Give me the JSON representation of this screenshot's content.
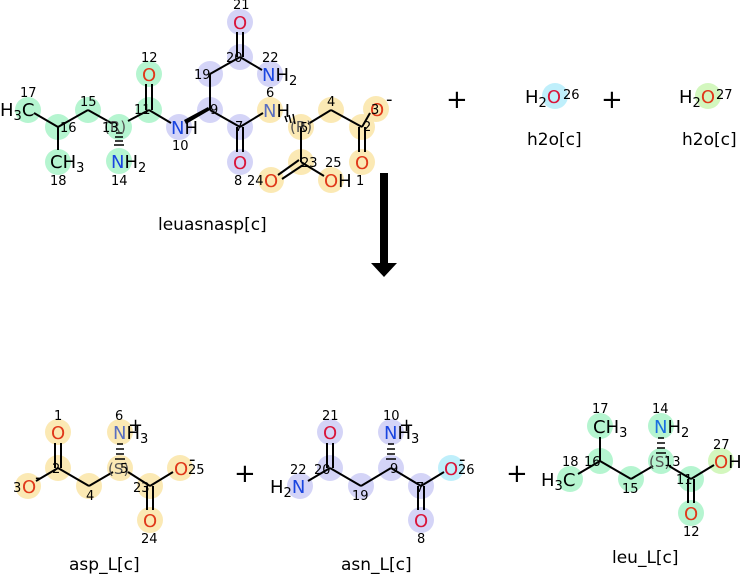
{
  "colors": {
    "leu_highlight": "#b5f5d0",
    "asn_highlight": "#d4d4f7",
    "asp_highlight": "#fbe9b4",
    "water26_highlight": "#bfeffb",
    "water27_highlight": "#d3f7be",
    "oxygen": "#e0381a",
    "oxygen_dark": "#d9153a",
    "nitrogen": "#1a45e0",
    "carbon": "#000000"
  },
  "reaction": {
    "direction_icon": "down-arrow-icon",
    "plus_sign": "+"
  },
  "reactants": [
    {
      "name": "leuasnasp[c]"
    },
    {
      "name": "h2o[c]",
      "formula_h": "H",
      "formula_sub": "2",
      "formula_o": "O",
      "atom_index": "26"
    },
    {
      "name": "h2o[c]",
      "formula_h": "H",
      "formula_sub": "2",
      "formula_o": "O",
      "atom_index": "27"
    }
  ],
  "products": [
    {
      "name": "asp_L[c]"
    },
    {
      "name": "asn_L[c]"
    },
    {
      "name": "leu_L[c]"
    }
  ],
  "leuasnasp": {
    "atoms": {
      "a17": "17",
      "a16": "16",
      "a18": "18",
      "a15": "15",
      "a13": "13",
      "a14": "14",
      "a11": "11",
      "a12": "12",
      "a10": "10",
      "a9": "9",
      "a19": "19",
      "a20": "20",
      "a21": "21",
      "a22": "22",
      "a7": "7",
      "a8": "8",
      "a6": "6",
      "a5": "5",
      "a4": "4",
      "a2": "2",
      "a3": "3",
      "a1": "1",
      "a23": "23",
      "a24": "24",
      "a25": "25"
    },
    "stereo_R1": "(R)",
    "stereo_R2": "(R)",
    "charge_minus": "-"
  },
  "asp_L": {
    "atoms": {
      "a1": "1",
      "a2": "2",
      "a3": "3",
      "a4": "4",
      "a5": "5",
      "a6": "6",
      "a23": "23",
      "a24": "24",
      "a25": "25"
    },
    "stereo": "(S)",
    "charge_plus": "+",
    "charge_minus": "-"
  },
  "asn_L": {
    "atoms": {
      "a21": "21",
      "a22": "22",
      "a20": "20",
      "a19": "19",
      "a9": "9",
      "a10": "10",
      "a7": "7",
      "a8": "8",
      "a26": "26"
    },
    "charge_plus": "+",
    "charge_minus": "-"
  },
  "leu_L": {
    "atoms": {
      "a17": "17",
      "a18": "18",
      "a16": "16",
      "a15": "15",
      "a13": "13",
      "a14": "14",
      "a11": "11",
      "a12": "12",
      "a27": "27"
    },
    "stereo": "(S)"
  },
  "symbols": {
    "O": "O",
    "N": "N",
    "C": "C",
    "H": "H",
    "sub2": "2",
    "sub3": "3"
  }
}
